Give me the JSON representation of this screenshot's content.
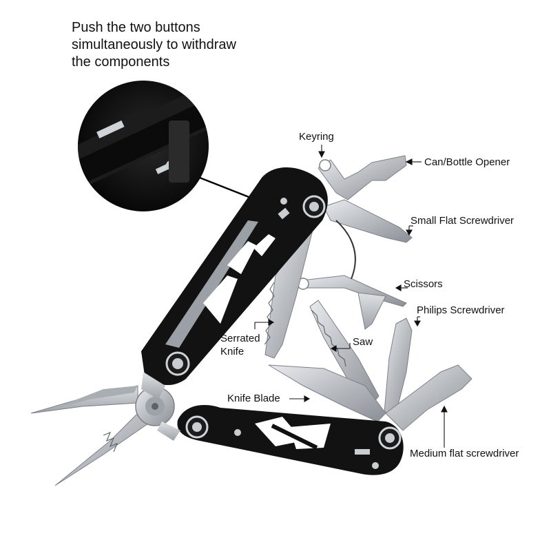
{
  "instruction": {
    "lines": [
      "Push the two buttons",
      "simultaneously to withdraw",
      "the components"
    ]
  },
  "labels": {
    "keyring": "Keyring",
    "can_bottle_opener": "Can/Bottle Opener",
    "small_flat_screwdriver": "Small Flat Screwdriver",
    "scissors": "Scissors",
    "philips_screwdriver": "Philips Screwdriver",
    "serrated_knife_line1": "Serrated",
    "serrated_knife_line2": "Knife",
    "saw": "Saw",
    "knife_blade": "Knife Blade",
    "medium_flat_screwdriver": "Medium flat screwdriver"
  },
  "colors": {
    "handle": "#111111",
    "steel": "#c9ccd0",
    "steel_dark": "#8e9298",
    "text": "#111111",
    "background": "#ffffff"
  }
}
